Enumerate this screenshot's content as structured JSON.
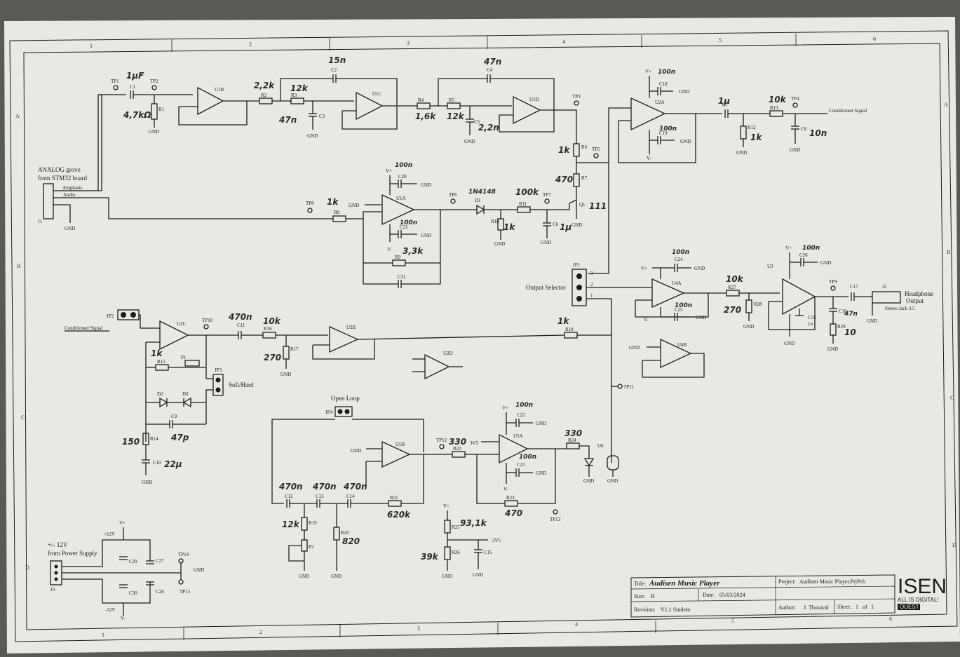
{
  "border": {
    "cols": [
      "1",
      "2",
      "3",
      "4",
      "5",
      "6"
    ],
    "rows": [
      "A",
      "B",
      "C",
      "D"
    ]
  },
  "title_block": {
    "title_label": "Title:",
    "title": "Audisen Music Player",
    "project_label": "Project:",
    "project": "Audisen Music Player.PrjPcb",
    "size_label": "Size:",
    "size": "B",
    "date_label": "Date:",
    "date": "05/03/2024",
    "revision_label": "Revision:",
    "revision": "V1.1 Student",
    "author_label": "Author:",
    "author": "J. Thoraval",
    "sheet_label": "Sheet:",
    "sheet": "1",
    "sheet_of": "of",
    "sheet_total": "1"
  },
  "logo": {
    "name": "ISEN",
    "tagline": "ALL IS DIGITAL!",
    "badge": "OUEST"
  },
  "labels": {
    "analog_in": [
      "ANALOG grove",
      "from STM32 board"
    ],
    "emphasis": "Emphasis",
    "audio": "Audio",
    "power_in": [
      "+/- 12V",
      "from Power Supply"
    ],
    "output_selector": "Output Selector",
    "soft_hard": "Soft/Hard",
    "open_loop": "Open Loop",
    "conditioned_signal": "Conditioned Signal",
    "headphone": [
      "Headphone",
      "Output"
    ],
    "stereo_jack": "Stereo Jack 3.5",
    "gnd": "GND",
    "vplus": "V+",
    "vminus": "V-",
    "p12": "+12V",
    "m12": "-12V",
    "v35": "3V5"
  },
  "refs": {
    "U1B": "U1B",
    "U1C": "U1C",
    "U1D": "U1D",
    "U1A": "U1A",
    "U2A": "U2A",
    "U2B": "U2B",
    "U2C": "U2C",
    "U2D": "U2D",
    "U4A": "U4A",
    "U4B": "U4B",
    "U3": "U3",
    "U5A": "U5A",
    "U5B": "U5B",
    "U6": "U6",
    "J1": "J1",
    "J2": "J2",
    "J3": "J3",
    "JP1": "JP1",
    "JP2": "JP2",
    "JP3": "JP3",
    "JP4": "JP4",
    "Q1": "Q1",
    "D1": "D1",
    "D2": "D2",
    "D3": "D3",
    "P1": "P1",
    "P2": "P2",
    "TP1": "TP1",
    "TP2": "TP2",
    "TP3": "TP3",
    "TP4": "TP4",
    "TP5": "TP5",
    "TP6": "TP6",
    "TP7": "TP7",
    "TP8": "TP8",
    "TP9": "TP9",
    "TP10": "TP10",
    "TP11": "TP11",
    "TP12": "TP12",
    "TP13": "TP13",
    "TP14": "TP14",
    "TP15": "TP15",
    "R1": "R1",
    "R2": "R2",
    "R3": "R3",
    "R4": "R4",
    "R5": "R5",
    "R6": "R6",
    "R7": "R7",
    "R8": "R8",
    "R9": "R9",
    "R10": "R10",
    "R11": "R11",
    "R12": "R12",
    "R13": "R13",
    "R14": "R14",
    "R15": "R15",
    "R16": "R16",
    "R17": "R17",
    "R18": "R18",
    "R19": "R19",
    "R20": "R20",
    "R21": "R21",
    "R22": "R22",
    "R23": "R23",
    "R24": "R24",
    "R25": "R25",
    "R26": "R26",
    "R27": "R27",
    "R28": "R28",
    "R29": "R29",
    "C1": "C1",
    "C2": "C2",
    "C3": "C3",
    "C4": "C4",
    "C5": "C5",
    "C6": "C6",
    "C7": "C7",
    "C8": "C8",
    "C9": "C9",
    "C10": "C10",
    "C11": "C11",
    "C12": "C12",
    "C13": "C13",
    "C14": "C14",
    "C15": "C15",
    "C16": "C16",
    "C17": "C17",
    "C18": "C18",
    "C19": "C19",
    "C20": "C20",
    "C21": "C21",
    "C22": "C22",
    "C23": "C23",
    "C24": "C24",
    "C25": "C25",
    "C26": "C26",
    "C27": "C27",
    "C28": "C28",
    "C29": "C29",
    "C30": "C30",
    "C31": "C31",
    "C32": "C32",
    "C32v": "1u"
  },
  "handwritten": {
    "C1": "1µF",
    "R1": "4,7kΩ",
    "R2": "2,2k",
    "R3": "12k",
    "C2": "15n",
    "C3": "47n",
    "C4": "47n",
    "R4": "1,6k",
    "R5": "12k",
    "C5": "2,2n",
    "R6": "1k",
    "R7": "470",
    "D1": "1N4148",
    "R11": "100k",
    "Q1": "111",
    "C6": "1µ",
    "C20": "100n",
    "C21": "100n",
    "R8": "1k",
    "R9": "3,3k",
    "R10": "1k",
    "C18": "100n",
    "C19": "100n",
    "C7": "1µ",
    "R12": "1k",
    "R13": "10k",
    "C8": "10n",
    "C24": "100n",
    "C25": "100n",
    "R27": "10k",
    "R28": "270",
    "C26": "100n",
    "C16": "47n",
    "R29": "10",
    "C11": "470n",
    "R16": "10k",
    "R17": "270",
    "R18": "1k",
    "R15": "1k",
    "R14": "150",
    "C9": "47p",
    "C10": "22µ",
    "C12": "470n",
    "C13": "470n",
    "C14": "470n",
    "R19": "12k",
    "R20": "820",
    "R21": "620k",
    "R22": "330",
    "C22": "100n",
    "C23": "100n",
    "R23": "470",
    "R24": "330",
    "R25": "93,1k",
    "R26": "39k"
  }
}
